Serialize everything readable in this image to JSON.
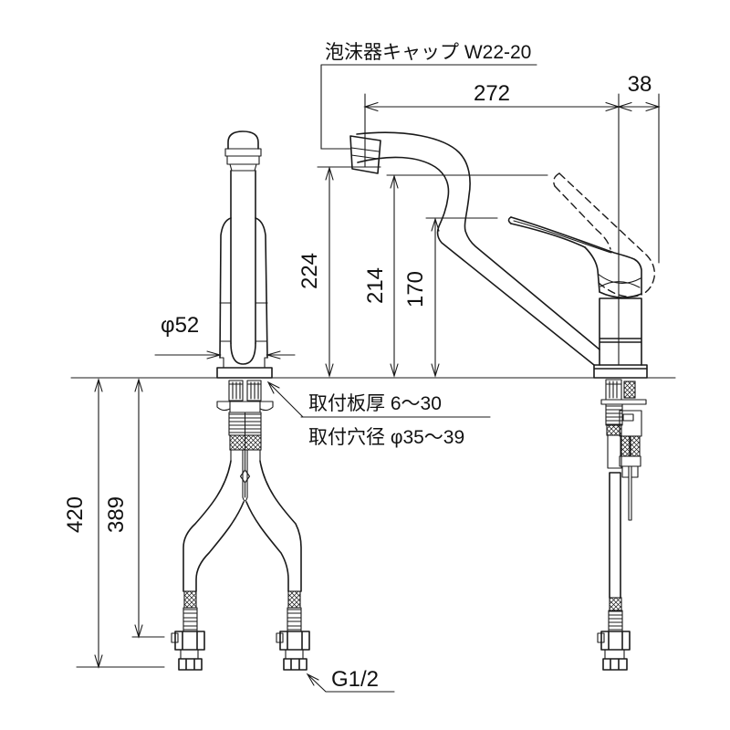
{
  "title": {
    "aerator_cap_note": "泡沫器キャップ W22-20"
  },
  "dimensions": {
    "spout_reach": "272",
    "handle_clearance": "38",
    "height_total": "224",
    "height_spout_top": "214",
    "height_outlet": "170",
    "base_diameter": "φ52",
    "under_counter_total": "420",
    "under_counter_hose": "389"
  },
  "annotations": {
    "mounting_plate_thickness": "取付板厚 6～30",
    "mounting_hole_diameter": "取付穴径 φ35～39",
    "connection_thread": "G1/2"
  },
  "colors": {
    "line": "#1a1a1a",
    "background": "#ffffff"
  }
}
